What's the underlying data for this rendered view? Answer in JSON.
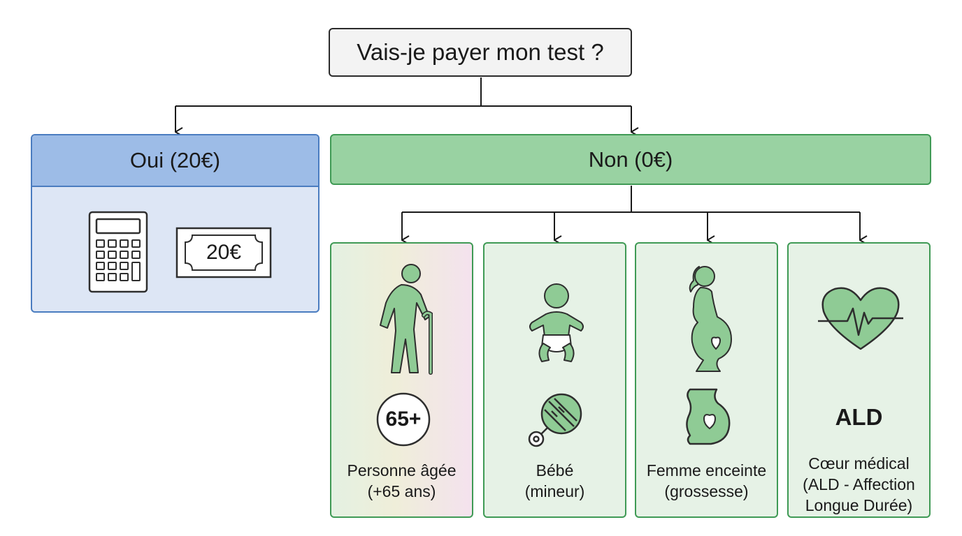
{
  "root": {
    "question": "Vais-je payer mon test ?"
  },
  "oui": {
    "title": "Oui (20€)",
    "bill_amount": "20€",
    "icons": [
      "calculator-icon",
      "banknote-icon"
    ]
  },
  "non": {
    "title": "Non (0€)",
    "cards": [
      {
        "icons": [
          "elderly-person-icon",
          "age-65-badge-icon"
        ],
        "badge": "65+",
        "label_line1": "Personne âgée",
        "label_line2": "(+65 ans)"
      },
      {
        "icons": [
          "baby-icon",
          "rattle-icon"
        ],
        "label_line1": "Bébé",
        "label_line2": "(mineur)"
      },
      {
        "icons": [
          "pregnant-woman-icon",
          "pregnant-belly-heart-icon"
        ],
        "label_line1": "Femme enceinte",
        "label_line2": "(grossesse)"
      },
      {
        "icons": [
          "heart-pulse-icon"
        ],
        "acronym": "ALD",
        "label_line1": "Cœur médical",
        "label_line2": "(ALD - Affection",
        "label_line3": "Longue Durée)"
      }
    ]
  },
  "colors": {
    "oui_header": "#9dbce7",
    "oui_body": "#dde6f5",
    "oui_border": "#4a7cc0",
    "non_header": "#99d2a2",
    "non_card": "#e6f2e6",
    "non_border": "#3f9a55",
    "icon_fill": "#8fcb95",
    "icon_stroke": "#2e2e2e"
  }
}
